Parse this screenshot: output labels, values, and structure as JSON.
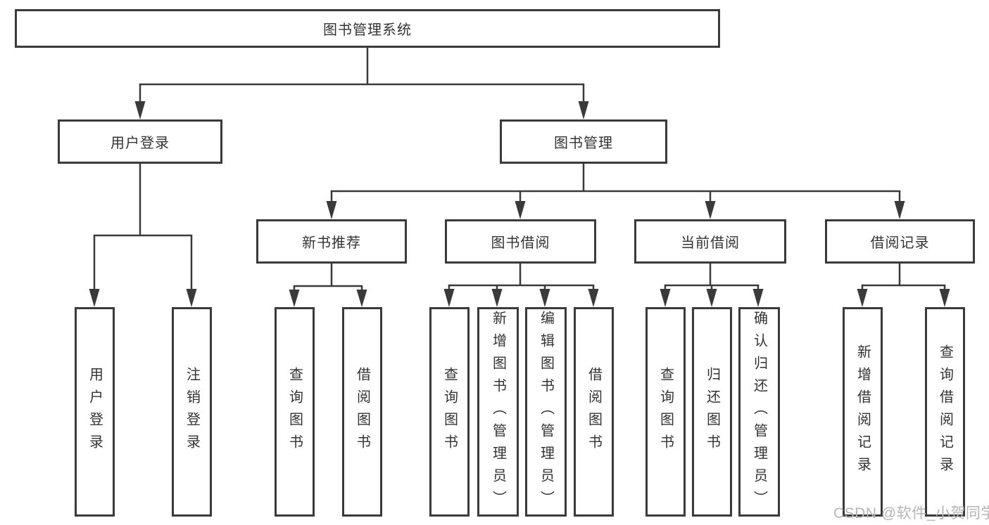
{
  "diagram_title": "图书管理系统",
  "colors": {
    "line": "#3a3a3a",
    "box_border": "#3a3a3a",
    "text": "#333333",
    "watermark": "#b5b5b5",
    "background": "#ffffff"
  },
  "tree": {
    "root": "图书管理系统",
    "branches": [
      {
        "label": "用户登录",
        "children": [
          "用户登录",
          "注销登录"
        ]
      },
      {
        "label": "图书管理",
        "groups": [
          {
            "label": "新书推荐",
            "children": [
              "查询图书",
              "借阅图书"
            ]
          },
          {
            "label": "图书借阅",
            "children": [
              "查询图书",
              "新增图书（管理员）",
              "编辑图书（管理员）",
              "借阅图书"
            ]
          },
          {
            "label": "当前借阅",
            "children": [
              "查询图书",
              "归还图书",
              "确认归还（管理员）"
            ]
          },
          {
            "label": "借阅记录",
            "children": [
              "新增借阅记录",
              "查询借阅记录"
            ]
          }
        ]
      }
    ]
  },
  "watermark": {
    "text": "CSDN @软件_小贺同学"
  }
}
